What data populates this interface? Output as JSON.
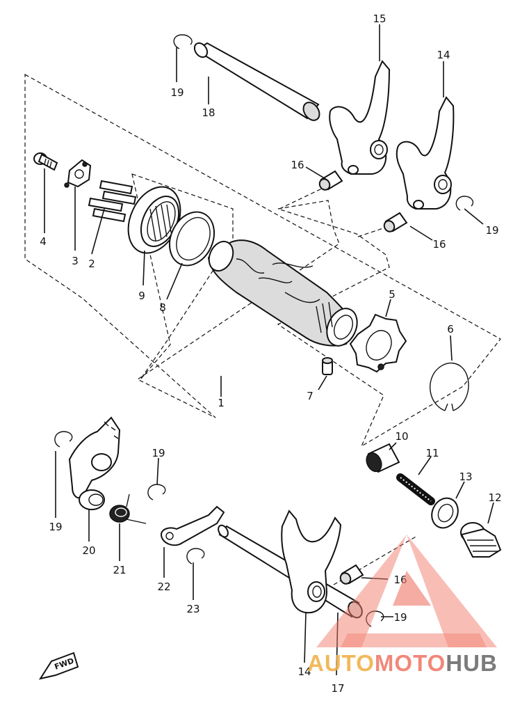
{
  "diagram": {
    "part_labels": [
      "1",
      "2",
      "3",
      "4",
      "5",
      "6",
      "7",
      "8",
      "9",
      "10",
      "11",
      "12",
      "13",
      "14",
      "14",
      "15",
      "16",
      "16",
      "16",
      "17",
      "18",
      "19",
      "19",
      "19",
      "19",
      "19",
      "20",
      "21",
      "22",
      "23"
    ]
  },
  "fwd_badge": "FWD",
  "watermark": {
    "part1": "AUTO",
    "part2": "MOTO",
    "part3": "HUB",
    "color_auto": "#f0b24a",
    "color_moto": "#f07c6c",
    "color_hub": "#6d6d6d"
  }
}
